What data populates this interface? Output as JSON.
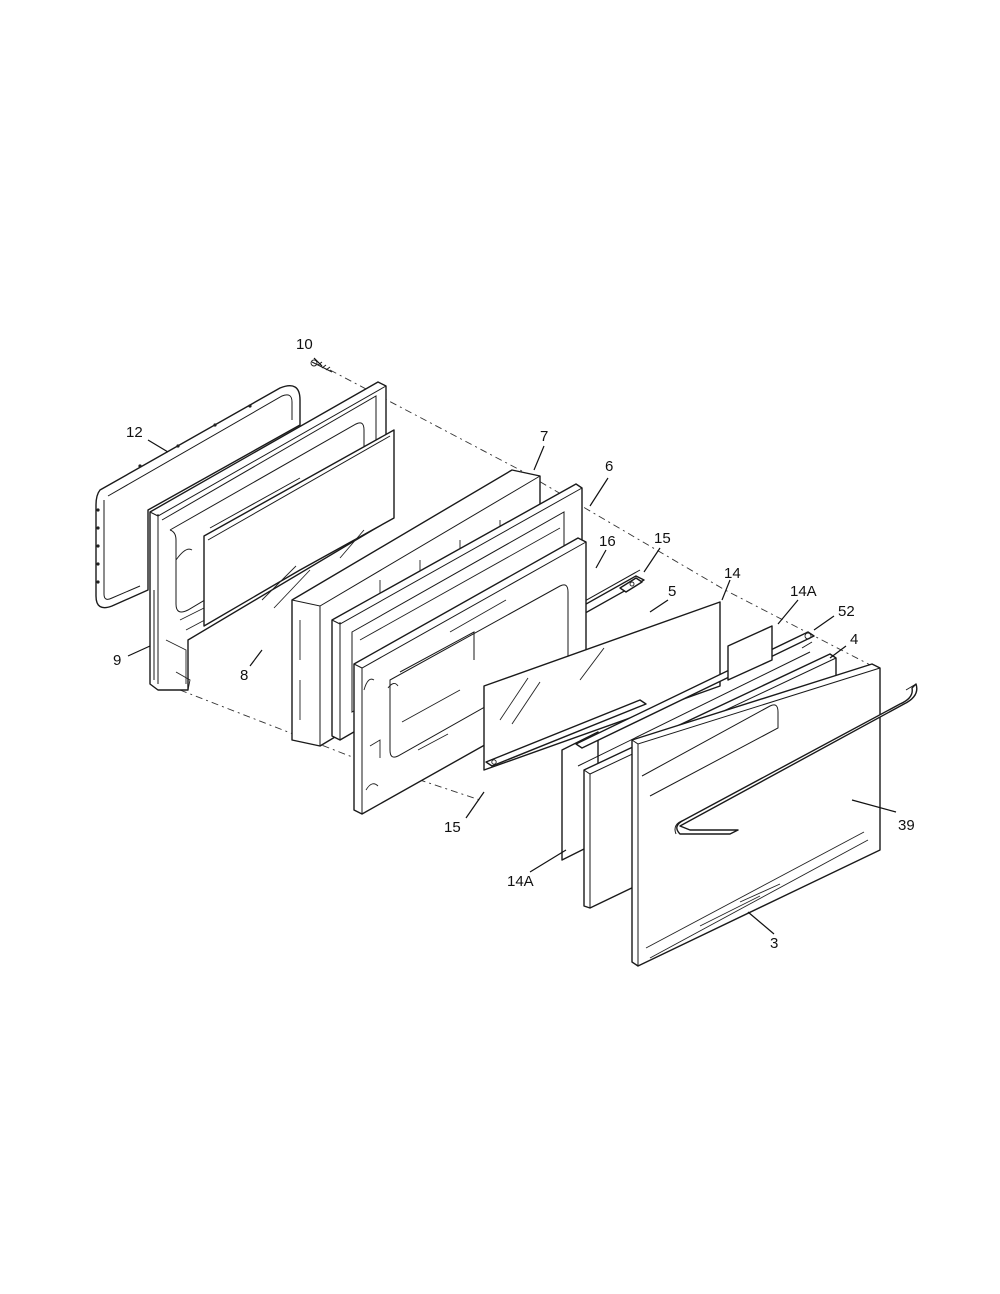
{
  "diagram": {
    "callouts": {
      "p10": "10",
      "p12": "12",
      "p9": "9",
      "p8": "8",
      "p7": "7",
      "p6": "6",
      "p16": "16",
      "p15_top": "15",
      "p5": "5",
      "p14": "14",
      "p14a_top": "14A",
      "p52": "52",
      "p4": "4",
      "p39": "39",
      "p15_bottom": "15",
      "p14a_bottom": "14A",
      "p3": "3"
    }
  }
}
